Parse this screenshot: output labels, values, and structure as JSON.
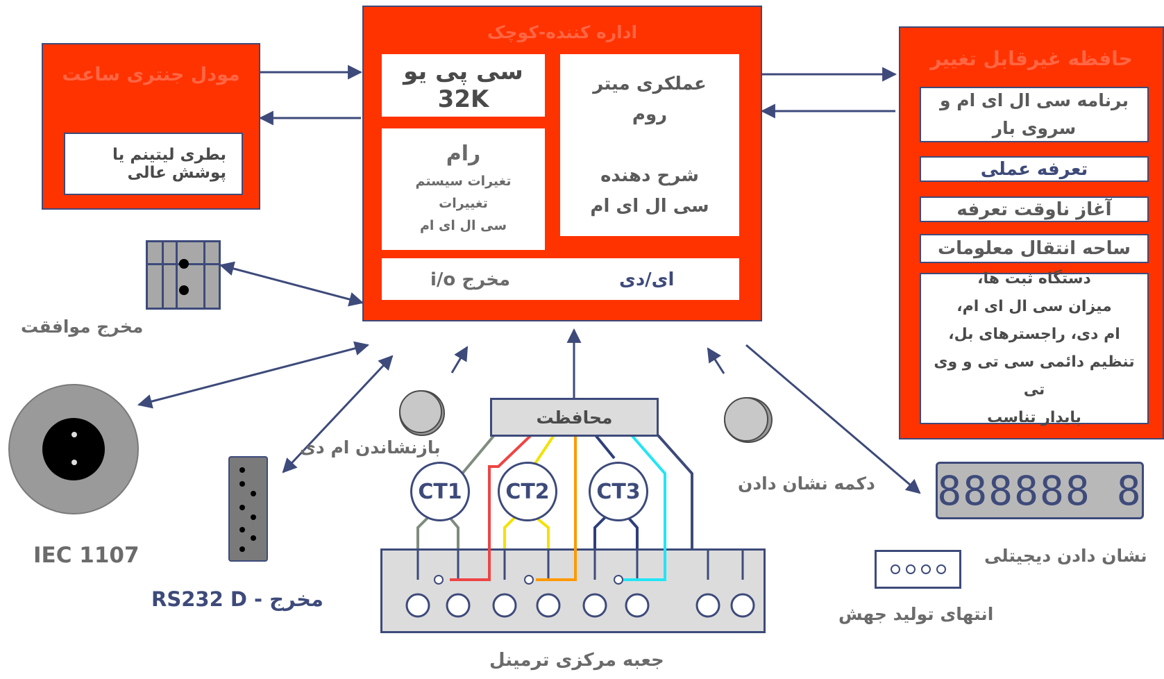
{
  "clock": {
    "title": "مودل جنتری ساعت",
    "battery_line1": "بطری لیتینم یا",
    "battery_line2": "پوشش عالی"
  },
  "micro": {
    "title": "اداره کننده-کوچک",
    "cpu": "سی پی یو 32K",
    "rom_line1": "عملکری میتر",
    "rom_line2": "روم",
    "rom_line3": "شرح دهنده",
    "rom_line4": "سی ال ای ام",
    "ram_title": "رام",
    "ram_line1": "تغیرات سیستم",
    "ram_line2": "تغییرات",
    "ram_line3": "سی ال ای ام",
    "io_left": "مخرج  i/o",
    "io_right": "ای/دی"
  },
  "nvm": {
    "title": "حافظه غیرقابل تغییر",
    "box1_line1": "برنامه سی ال ای ام و",
    "box1_line2": "سروی بار",
    "box2": "تعرفه عملی",
    "box3": "آغاز ناوقت تعرفه",
    "box4": "ساحه انتقال معلومات",
    "box5_line1": "دستگاه ثبت ها،",
    "box5_line2": "میزان سی ال ای ام،",
    "box5_line3": "ام دی، راجسترهای بل،",
    "box5_line4": "تنظیم دائمی سی تی و وی تی",
    "box5_line5": "پایدار تناسب"
  },
  "labels": {
    "port_output": "مخرج موافقت",
    "iec": "IEC 1107",
    "rs232": "مخرج -  RS232 D",
    "md_reset": "بازنشاندن ام دی",
    "protection": "محافظت",
    "display_button": "دکمه نشان دادن",
    "digital_display": "نشان دادن دیجیتلی",
    "pulse_output": "انتهای تولید جهش",
    "terminal_box": "جعبه مرکزی ترمینل",
    "ct1": "CT1",
    "ct2": "CT2",
    "ct3": "CT3",
    "display_digits": "888888 8"
  }
}
